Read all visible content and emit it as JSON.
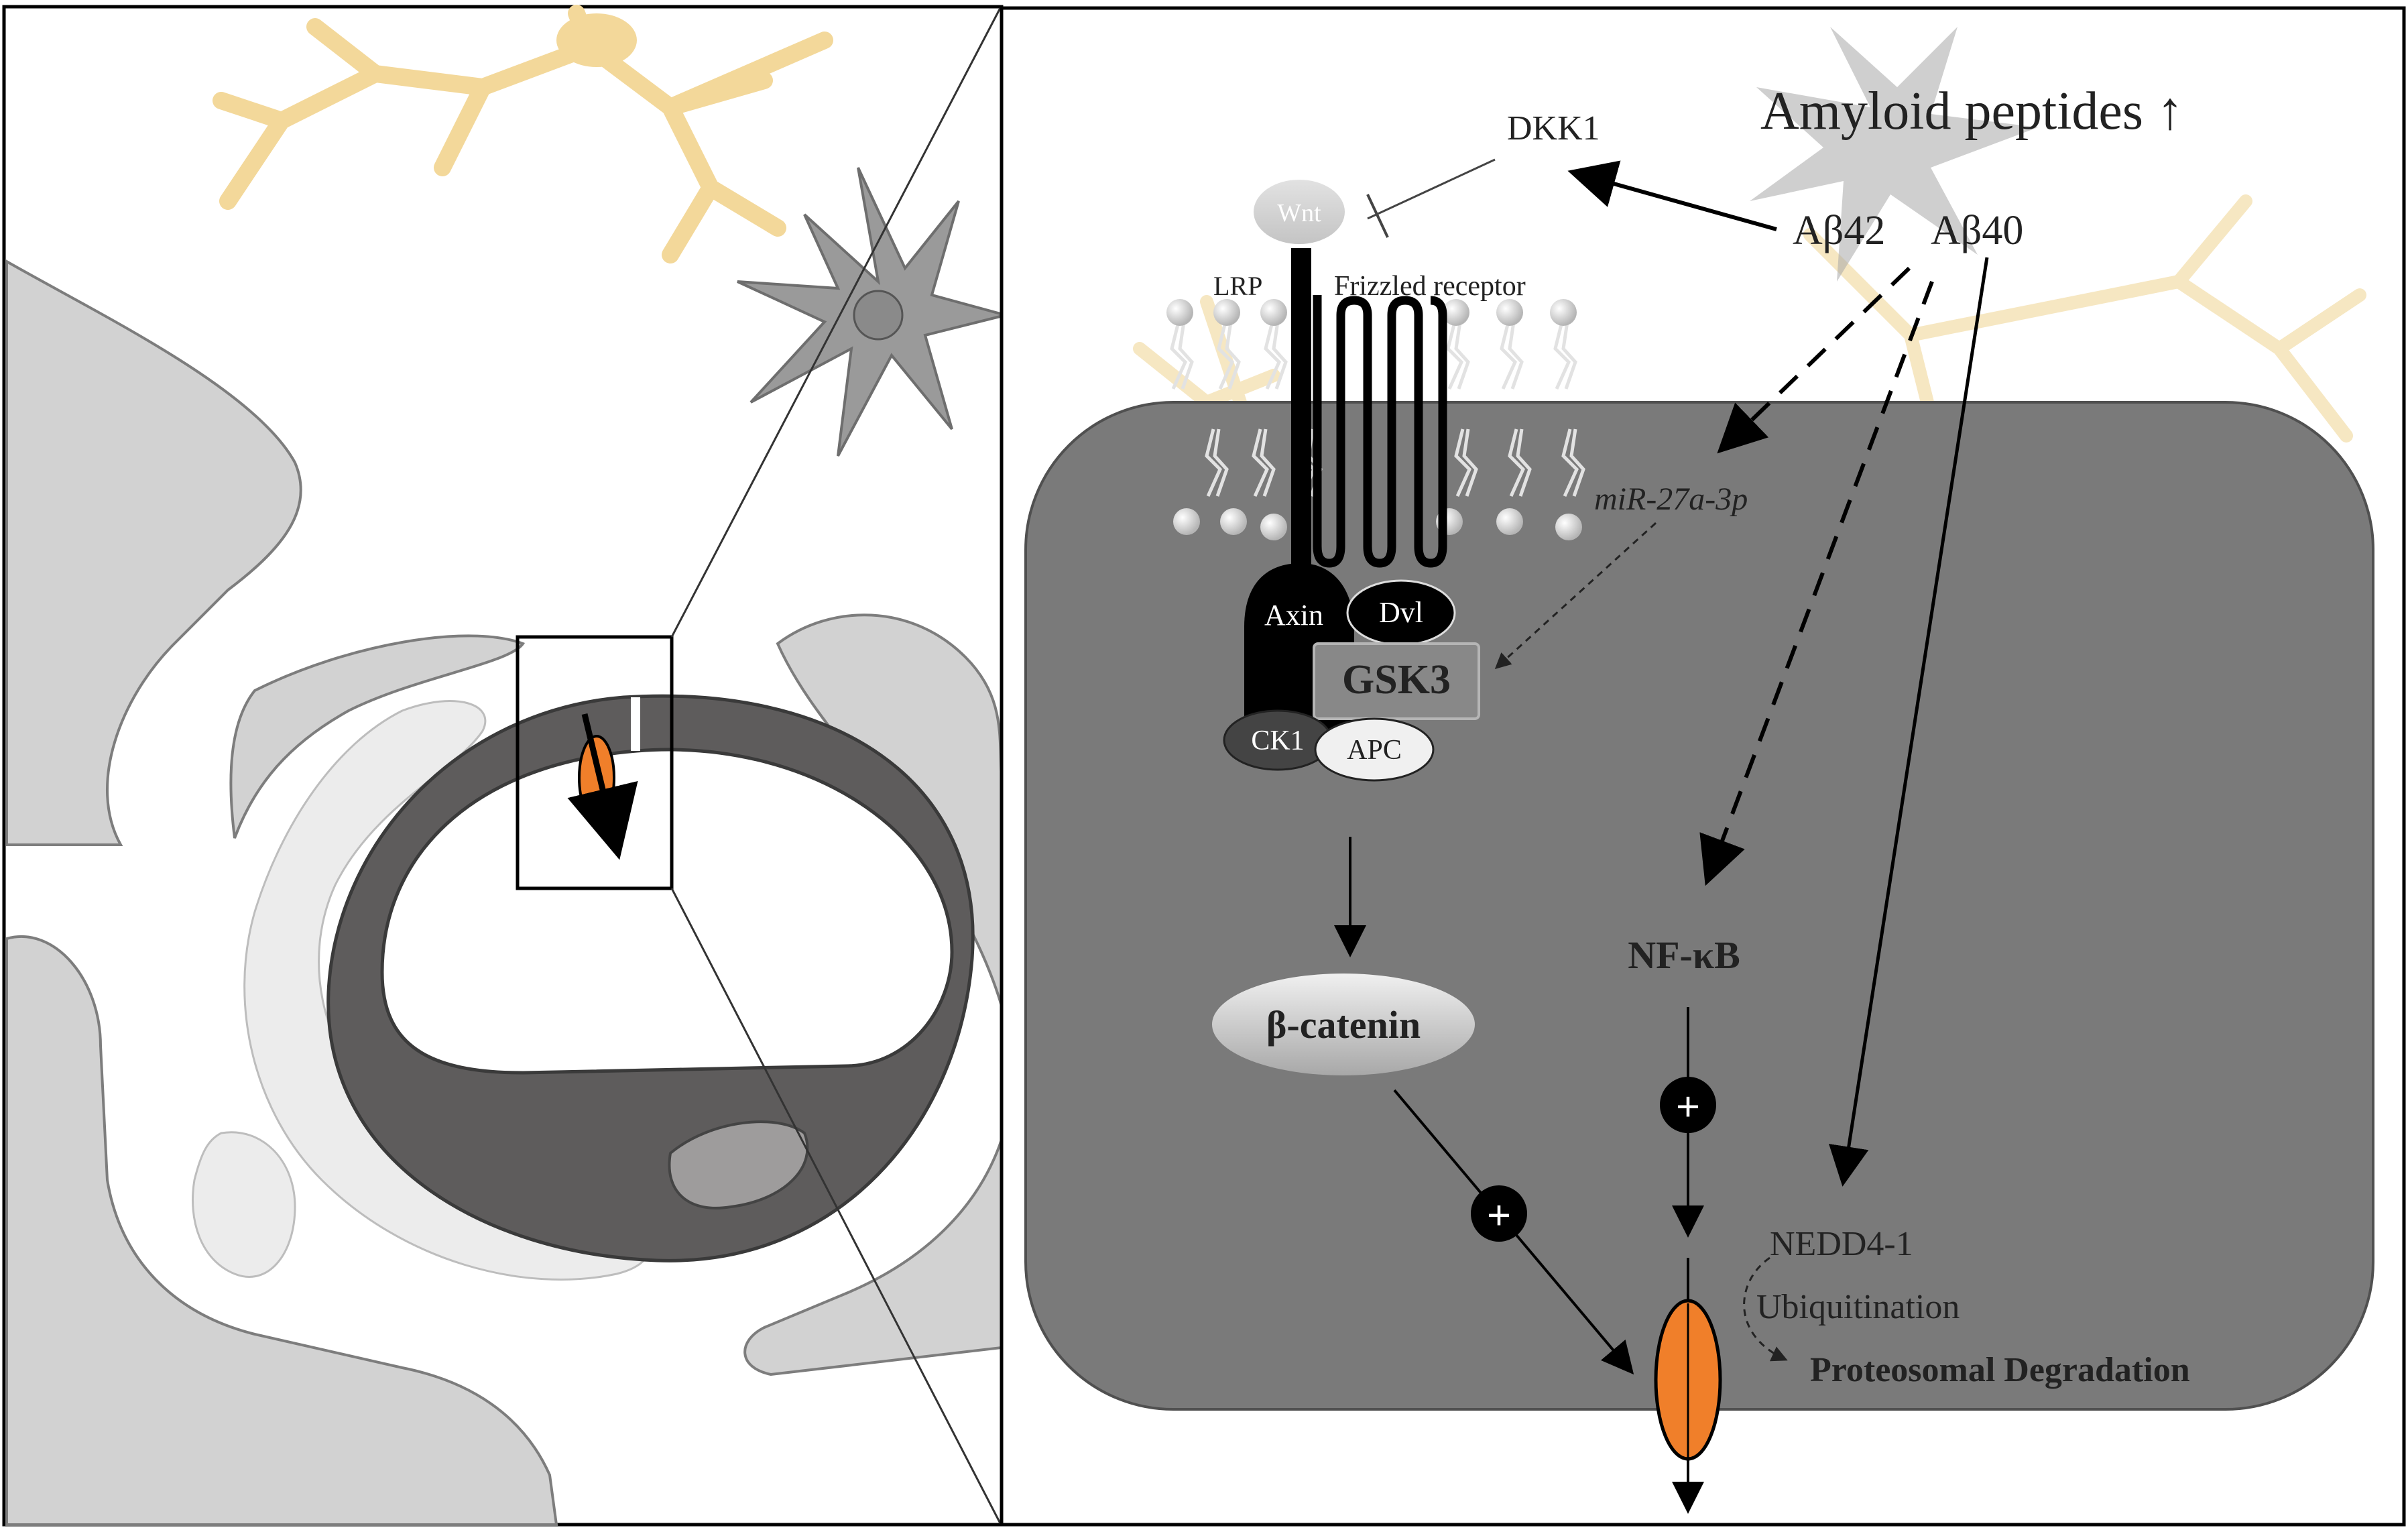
{
  "labels": {
    "title": "Amyloid peptides ↑",
    "dkk1": "DKK1",
    "wnt": "Wnt",
    "lrp": "LRP",
    "frizzled": "Frizzled receptor",
    "abeta42": "Aβ42",
    "abeta40": "Aβ40",
    "mir": "miR-27a-3p",
    "axin": "Axin",
    "dvl": "Dvl",
    "gsk3": "GSK3",
    "ck1": "CK1",
    "apc": "APC",
    "beta_catenin": "β-catenin",
    "nfkb": "NF-κB",
    "plus": "+",
    "nedd4": "NEDD4-1",
    "ubiquitination": "Ubiquitination",
    "degradation": "Proteosomal Degradation"
  },
  "colors": {
    "cell_body": "#7a7a7a",
    "tissue_light": "#d2d2d2",
    "tissue_dark": "#5e5c5c",
    "astrocyte": "#9a9a9a",
    "neuron": "#f3d89a",
    "channel_orange": "#f07f2a",
    "black": "#000000"
  }
}
